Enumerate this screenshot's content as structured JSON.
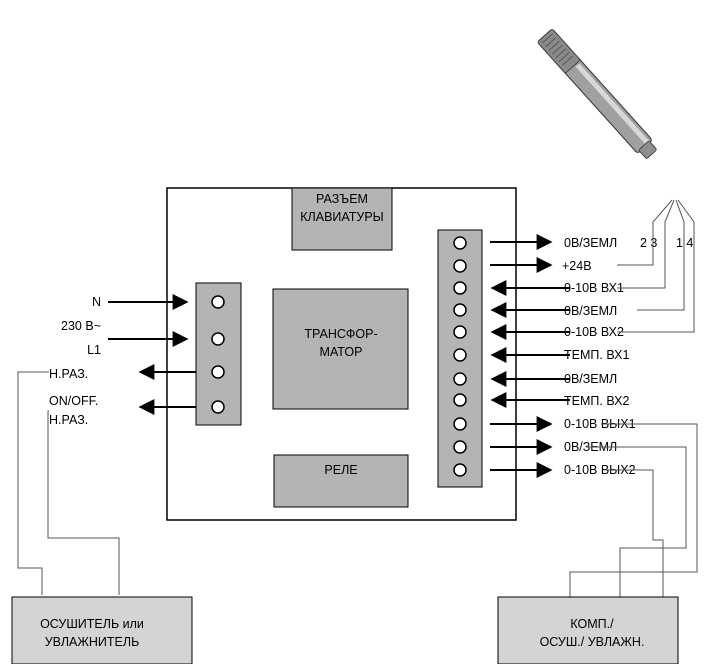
{
  "blocks": {
    "keyboard_connector": [
      "РАЗЪЕМ",
      "КЛАВИАТУРЫ"
    ],
    "transformer": [
      "ТРАНСФОР-",
      "МАТОР"
    ],
    "relay": "РЕЛЕ",
    "unit_left": [
      "ОСУШИТЕЛЬ или",
      "УВЛАЖНИТЕЛЬ"
    ],
    "unit_right": [
      "КОМП./",
      "ОСУШ./ УВЛАЖН."
    ]
  },
  "left_terminals": {
    "n": "N",
    "voltage": "230 В~",
    "l1": "L1",
    "nc1": "Н.РАЗ.",
    "onoff": "ON/OFF.",
    "nc2": "Н.РАЗ."
  },
  "right_terminals": [
    "0В/ЗЕМЛ",
    "+24В",
    "0-10В ВХ1",
    "0В/ЗЕМЛ",
    "0-10В ВХ2",
    "ТЕМП. ВХ1",
    "0В/ЗЕМЛ",
    "ТЕМП. ВХ2",
    "0-10В ВЫХ1",
    "0В/ЗЕМЛ",
    "0-10В ВЫХ2"
  ],
  "sensor_pins": {
    "group_a": "2 3",
    "group_b": "1 4"
  },
  "colors": {
    "block_fill": "#b4b4b4",
    "line": "#000000",
    "wire_thin": "#555555",
    "background": "#ffffff"
  },
  "icons": {
    "sensor": "sensor-probe-icon",
    "terminal": "screw-terminal-icon"
  }
}
